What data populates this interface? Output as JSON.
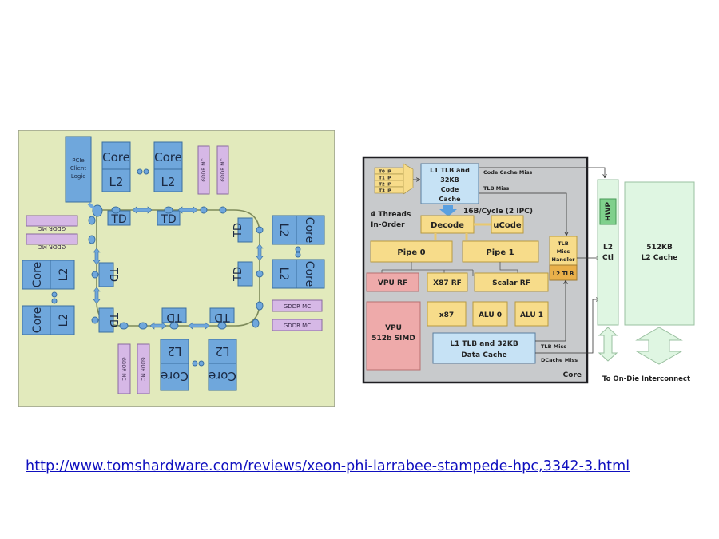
{
  "slide": {
    "source_link": "http://www.tomshardware.com/reviews/xeon-phi-larrabee-stampede-hpc,3342-3.html"
  },
  "ring_diagram": {
    "pcie": [
      "PCIe",
      "Client",
      "Logic"
    ],
    "core_label": "Core",
    "l2_label": "L2",
    "td_label": "TD",
    "gddr_label": "GDDR MC",
    "colors": {
      "background": "#e2eabc",
      "block": "#6fa7dc",
      "gddr": "#d6b8e6",
      "ring": "#7d8a5a"
    }
  },
  "core_diagram": {
    "thread_ips": [
      "T0 IP",
      "T1 IP",
      "T2 IP",
      "T3 IP"
    ],
    "threads_label": [
      "4 Threads",
      "In-Order"
    ],
    "l1_code": [
      "L1 TLB and",
      "32KB",
      "Code",
      "Cache"
    ],
    "code_cache_miss": "Code Cache Miss",
    "tlb_miss_top": "TLB Miss",
    "bandwidth": "16B/Cycle (2 IPC)",
    "decode": "Decode",
    "ucode": "uCode",
    "pipe0": "Pipe 0",
    "pipe1": "Pipe 1",
    "tlb_miss_handler": [
      "TLB",
      "Miss",
      "Handler"
    ],
    "l2_tlb": "L2 TLB",
    "vpu_rf": "VPU RF",
    "x87_rf": "X87 RF",
    "scalar_rf": "Scalar RF",
    "vpu": [
      "VPU",
      "512b SIMD"
    ],
    "x87": "x87",
    "alu0": "ALU 0",
    "alu1": "ALU 1",
    "l1_data": [
      "L1 TLB and 32KB",
      "Data Cache"
    ],
    "tlb_miss_bottom": "TLB Miss",
    "dcache_miss": "DCache Miss",
    "core_label": "Core",
    "hwp": "HWP",
    "l2_ctl": [
      "L2",
      "Ctl"
    ],
    "l2_cache": [
      "512KB",
      "L2 Cache"
    ],
    "interconnect": "To On-Die Interconnect",
    "colors": {
      "core_bg": "#c8cacc",
      "yellow": "#f7dc8a",
      "blue": "#c6e2f5",
      "pink": "#eeaaaa",
      "orange": "#e9b04a",
      "green": "#dff6e2",
      "hwp": "#7fd08c"
    }
  }
}
